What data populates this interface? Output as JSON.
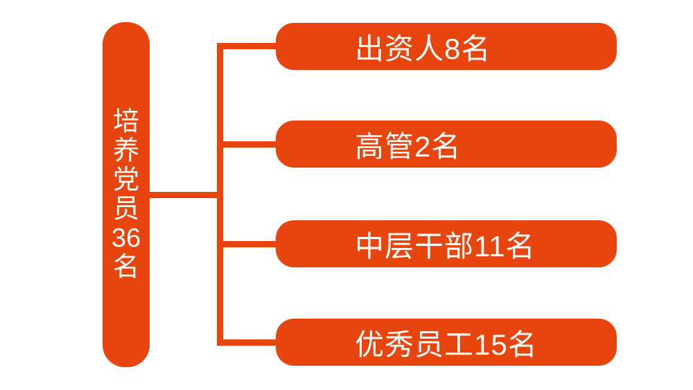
{
  "palette": {
    "accent": "#E8440D",
    "text_on_accent": "#FFFFFF",
    "background": "#FFFFFF"
  },
  "diagram": {
    "root": {
      "label": "培养党员36名",
      "lines": [
        "培",
        "养",
        "党",
        "员",
        "36",
        "名"
      ]
    },
    "branches": [
      {
        "label": "出资人8名"
      },
      {
        "label": "高管2名"
      },
      {
        "label": "中层干部11名"
      },
      {
        "label": "优秀员工15名"
      }
    ]
  }
}
